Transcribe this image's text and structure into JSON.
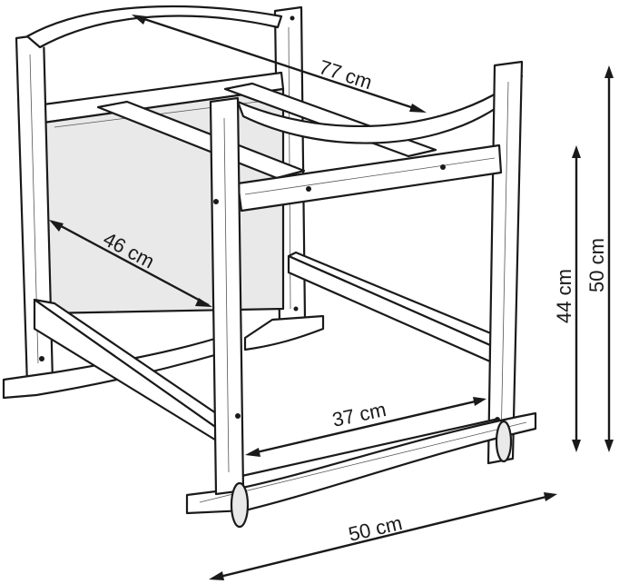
{
  "dimensions": {
    "top_length": "77 cm",
    "inner_depth": "46 cm",
    "inner_width": "37 cm",
    "base_length": "50 cm",
    "height_stand": "44 cm",
    "height_total": "50 cm"
  }
}
